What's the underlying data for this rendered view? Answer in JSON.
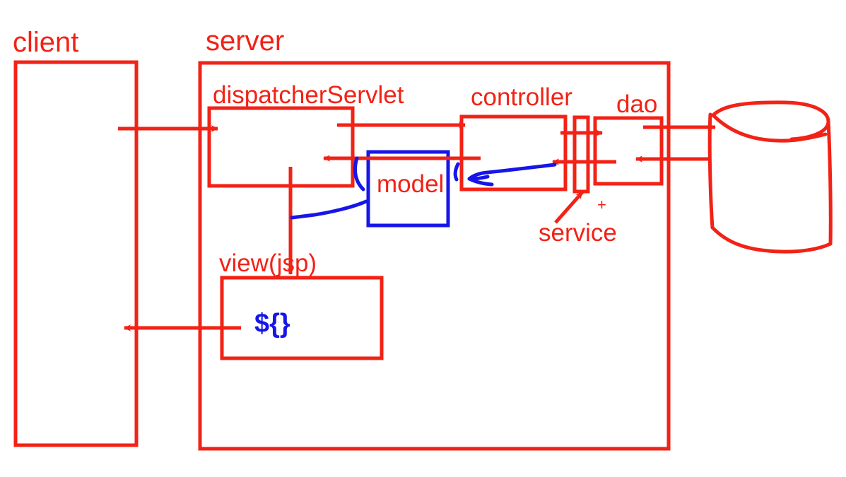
{
  "diagram": {
    "title": "Spring MVC request flow (hand-drawn whiteboard sketch)",
    "colors": {
      "stroke_red": "#f22216",
      "stroke_blue": "#1616e8",
      "background": "#ffffff"
    },
    "labels": {
      "client": "client",
      "server": "server",
      "dispatcher_servlet": "dispatcherServlet",
      "controller": "controller",
      "dao": "dao",
      "model": "model",
      "service": "service",
      "plus": "+",
      "view_jsp": "view(jsp)",
      "el_expression": "${}"
    },
    "nodes": [
      {
        "id": "client",
        "label": "client",
        "shape": "rectangle",
        "color": "#f22216"
      },
      {
        "id": "server",
        "label": "server",
        "shape": "rectangle",
        "color": "#f22216"
      },
      {
        "id": "dispatcherServlet",
        "label": "dispatcherServlet",
        "shape": "rectangle",
        "color": "#f22216"
      },
      {
        "id": "controller",
        "label": "controller",
        "shape": "rectangle",
        "color": "#f22216"
      },
      {
        "id": "service",
        "label": "service",
        "shape": "narrow-rectangle",
        "color": "#f22216"
      },
      {
        "id": "dao",
        "label": "dao",
        "shape": "rectangle",
        "color": "#f22216"
      },
      {
        "id": "database",
        "label": "",
        "shape": "cylinder",
        "color": "#f22216"
      },
      {
        "id": "model",
        "label": "model",
        "shape": "rectangle",
        "color": "#1616e8"
      },
      {
        "id": "view",
        "label": "view(jsp)",
        "shape": "rectangle",
        "color": "#f22216"
      }
    ],
    "edges": [
      {
        "from": "client",
        "to": "dispatcherServlet",
        "direction": "right",
        "color": "#f22216"
      },
      {
        "from": "dispatcherServlet",
        "to": "controller",
        "direction": "right",
        "color": "#f22216"
      },
      {
        "from": "controller",
        "to": "dispatcherServlet",
        "direction": "left",
        "color": "#f22216"
      },
      {
        "from": "controller",
        "to": "service",
        "direction": "right",
        "color": "#f22216"
      },
      {
        "from": "service",
        "to": "dao",
        "direction": "right",
        "color": "#f22216"
      },
      {
        "from": "dao",
        "to": "controller",
        "direction": "left",
        "color": "#f22216"
      },
      {
        "from": "dao",
        "to": "database",
        "direction": "right",
        "color": "#f22216"
      },
      {
        "from": "database",
        "to": "dao",
        "direction": "left",
        "color": "#f22216"
      },
      {
        "from": "dispatcherServlet",
        "to": "view",
        "direction": "down",
        "color": "#f22216"
      },
      {
        "from": "view",
        "to": "client",
        "direction": "left",
        "color": "#f22216"
      },
      {
        "from": "controller",
        "to": "model",
        "direction": "left-curve",
        "color": "#1616e8"
      },
      {
        "from": "model",
        "to": "view",
        "direction": "left-curve",
        "color": "#1616e8"
      }
    ]
  }
}
